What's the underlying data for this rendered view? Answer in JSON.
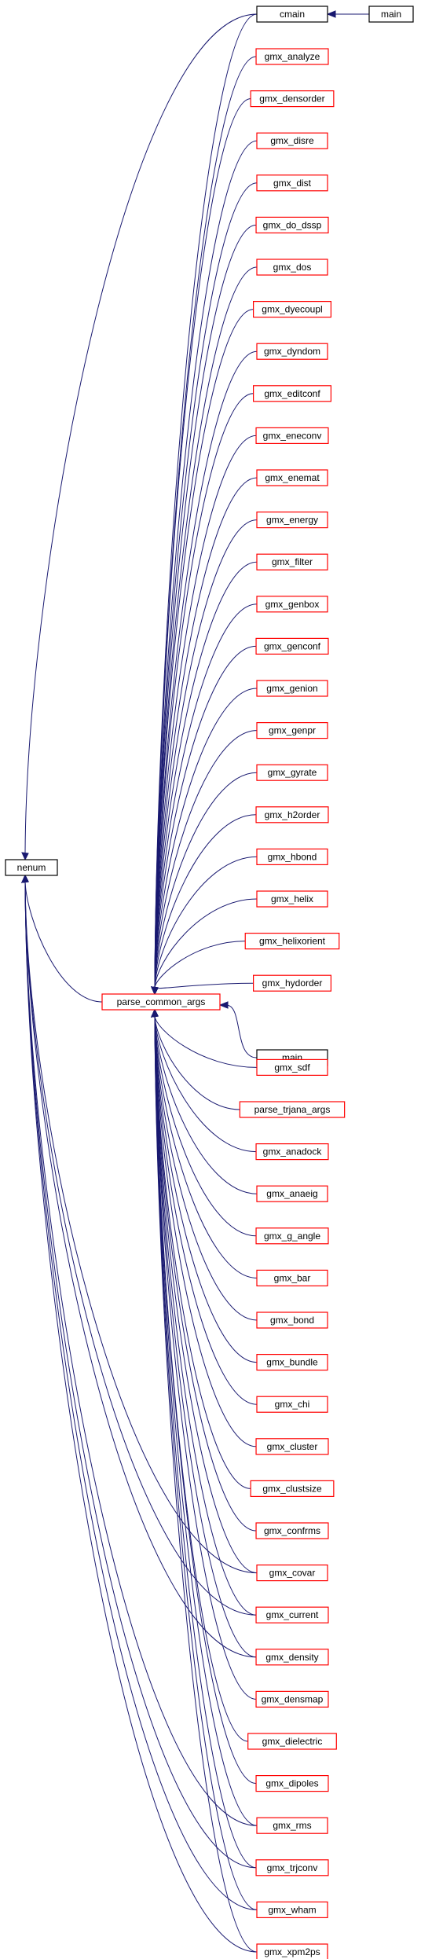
{
  "colors": {
    "edge": "#191970",
    "red_border": "#ff0000",
    "black_border": "#000000",
    "focus_fill": "#bfbfbf"
  },
  "nodes": [
    {
      "id": "nenum",
      "label": "nenum",
      "border": "black",
      "focus": true
    },
    {
      "id": "cmain",
      "label": "cmain",
      "border": "black"
    },
    {
      "id": "main_top",
      "label": "main",
      "border": "black"
    },
    {
      "id": "parse_common_args",
      "label": "parse_common_args",
      "border": "red"
    },
    {
      "id": "main_mid",
      "label": "main",
      "border": "black"
    },
    {
      "id": "gmx_analyze",
      "label": "gmx_analyze",
      "border": "red"
    },
    {
      "id": "gmx_densorder",
      "label": "gmx_densorder",
      "border": "red"
    },
    {
      "id": "gmx_disre",
      "label": "gmx_disre",
      "border": "red"
    },
    {
      "id": "gmx_dist",
      "label": "gmx_dist",
      "border": "red"
    },
    {
      "id": "gmx_do_dssp",
      "label": "gmx_do_dssp",
      "border": "red"
    },
    {
      "id": "gmx_dos",
      "label": "gmx_dos",
      "border": "red"
    },
    {
      "id": "gmx_dyecoupl",
      "label": "gmx_dyecoupl",
      "border": "red"
    },
    {
      "id": "gmx_dyndom",
      "label": "gmx_dyndom",
      "border": "red"
    },
    {
      "id": "gmx_editconf",
      "label": "gmx_editconf",
      "border": "red"
    },
    {
      "id": "gmx_eneconv",
      "label": "gmx_eneconv",
      "border": "red"
    },
    {
      "id": "gmx_enemat",
      "label": "gmx_enemat",
      "border": "red"
    },
    {
      "id": "gmx_energy",
      "label": "gmx_energy",
      "border": "red"
    },
    {
      "id": "gmx_filter",
      "label": "gmx_filter",
      "border": "red"
    },
    {
      "id": "gmx_genbox",
      "label": "gmx_genbox",
      "border": "red"
    },
    {
      "id": "gmx_genconf",
      "label": "gmx_genconf",
      "border": "red"
    },
    {
      "id": "gmx_genion",
      "label": "gmx_genion",
      "border": "red"
    },
    {
      "id": "gmx_genpr",
      "label": "gmx_genpr",
      "border": "red"
    },
    {
      "id": "gmx_gyrate",
      "label": "gmx_gyrate",
      "border": "red"
    },
    {
      "id": "gmx_h2order",
      "label": "gmx_h2order",
      "border": "red"
    },
    {
      "id": "gmx_hbond",
      "label": "gmx_hbond",
      "border": "red"
    },
    {
      "id": "gmx_helix",
      "label": "gmx_helix",
      "border": "red"
    },
    {
      "id": "gmx_helixorient",
      "label": "gmx_helixorient",
      "border": "red"
    },
    {
      "id": "gmx_hydorder",
      "label": "gmx_hydorder",
      "border": "red"
    },
    {
      "id": "gmx_sdf",
      "label": "gmx_sdf",
      "border": "red"
    },
    {
      "id": "parse_trjana_args",
      "label": "parse_trjana_args",
      "border": "red"
    },
    {
      "id": "gmx_anadock",
      "label": "gmx_anadock",
      "border": "red"
    },
    {
      "id": "gmx_anaeig",
      "label": "gmx_anaeig",
      "border": "red"
    },
    {
      "id": "gmx_g_angle",
      "label": "gmx_g_angle",
      "border": "red"
    },
    {
      "id": "gmx_bar",
      "label": "gmx_bar",
      "border": "red"
    },
    {
      "id": "gmx_bond",
      "label": "gmx_bond",
      "border": "red"
    },
    {
      "id": "gmx_bundle",
      "label": "gmx_bundle",
      "border": "red"
    },
    {
      "id": "gmx_chi",
      "label": "gmx_chi",
      "border": "red"
    },
    {
      "id": "gmx_cluster",
      "label": "gmx_cluster",
      "border": "red"
    },
    {
      "id": "gmx_clustsize",
      "label": "gmx_clustsize",
      "border": "red"
    },
    {
      "id": "gmx_confrms",
      "label": "gmx_confrms",
      "border": "red"
    },
    {
      "id": "gmx_covar",
      "label": "gmx_covar",
      "border": "red"
    },
    {
      "id": "gmx_current",
      "label": "gmx_current",
      "border": "red"
    },
    {
      "id": "gmx_density",
      "label": "gmx_density",
      "border": "red"
    },
    {
      "id": "gmx_densmap",
      "label": "gmx_densmap",
      "border": "red"
    },
    {
      "id": "gmx_dielectric",
      "label": "gmx_dielectric",
      "border": "red"
    },
    {
      "id": "gmx_dipoles",
      "label": "gmx_dipoles",
      "border": "red"
    },
    {
      "id": "gmx_rms",
      "label": "gmx_rms",
      "border": "red"
    },
    {
      "id": "gmx_trjconv",
      "label": "gmx_trjconv",
      "border": "red"
    },
    {
      "id": "gmx_wham",
      "label": "gmx_wham",
      "border": "red"
    },
    {
      "id": "gmx_xpm2ps",
      "label": "gmx_xpm2ps",
      "border": "red"
    }
  ],
  "edges": [
    {
      "from": "main_top",
      "to": "cmain"
    },
    {
      "from": "cmain",
      "to": "nenum"
    },
    {
      "from": "parse_common_args",
      "to": "nenum"
    },
    {
      "from": "gmx_covar",
      "to": "nenum"
    },
    {
      "from": "gmx_current",
      "to": "nenum"
    },
    {
      "from": "gmx_density",
      "to": "nenum"
    },
    {
      "from": "gmx_rms",
      "to": "nenum"
    },
    {
      "from": "gmx_trjconv",
      "to": "nenum"
    },
    {
      "from": "gmx_wham",
      "to": "nenum"
    },
    {
      "from": "gmx_xpm2ps",
      "to": "nenum"
    },
    {
      "from": "cmain",
      "to": "parse_common_args"
    },
    {
      "from": "gmx_analyze",
      "to": "parse_common_args"
    },
    {
      "from": "gmx_densorder",
      "to": "parse_common_args"
    },
    {
      "from": "gmx_disre",
      "to": "parse_common_args"
    },
    {
      "from": "gmx_dist",
      "to": "parse_common_args"
    },
    {
      "from": "gmx_do_dssp",
      "to": "parse_common_args"
    },
    {
      "from": "gmx_dos",
      "to": "parse_common_args"
    },
    {
      "from": "gmx_dyecoupl",
      "to": "parse_common_args"
    },
    {
      "from": "gmx_dyndom",
      "to": "parse_common_args"
    },
    {
      "from": "gmx_editconf",
      "to": "parse_common_args"
    },
    {
      "from": "gmx_eneconv",
      "to": "parse_common_args"
    },
    {
      "from": "gmx_enemat",
      "to": "parse_common_args"
    },
    {
      "from": "gmx_energy",
      "to": "parse_common_args"
    },
    {
      "from": "gmx_filter",
      "to": "parse_common_args"
    },
    {
      "from": "gmx_genbox",
      "to": "parse_common_args"
    },
    {
      "from": "gmx_genconf",
      "to": "parse_common_args"
    },
    {
      "from": "gmx_genion",
      "to": "parse_common_args"
    },
    {
      "from": "gmx_genpr",
      "to": "parse_common_args"
    },
    {
      "from": "gmx_gyrate",
      "to": "parse_common_args"
    },
    {
      "from": "gmx_h2order",
      "to": "parse_common_args"
    },
    {
      "from": "gmx_hbond",
      "to": "parse_common_args"
    },
    {
      "from": "gmx_helix",
      "to": "parse_common_args"
    },
    {
      "from": "gmx_helixorient",
      "to": "parse_common_args"
    },
    {
      "from": "gmx_hydorder",
      "to": "parse_common_args"
    },
    {
      "from": "main_mid",
      "to": "parse_common_args"
    },
    {
      "from": "gmx_sdf",
      "to": "parse_common_args"
    },
    {
      "from": "parse_trjana_args",
      "to": "parse_common_args"
    },
    {
      "from": "gmx_anadock",
      "to": "parse_common_args"
    },
    {
      "from": "gmx_anaeig",
      "to": "parse_common_args"
    },
    {
      "from": "gmx_g_angle",
      "to": "parse_common_args"
    },
    {
      "from": "gmx_bar",
      "to": "parse_common_args"
    },
    {
      "from": "gmx_bond",
      "to": "parse_common_args"
    },
    {
      "from": "gmx_bundle",
      "to": "parse_common_args"
    },
    {
      "from": "gmx_chi",
      "to": "parse_common_args"
    },
    {
      "from": "gmx_cluster",
      "to": "parse_common_args"
    },
    {
      "from": "gmx_clustsize",
      "to": "parse_common_args"
    },
    {
      "from": "gmx_confrms",
      "to": "parse_common_args"
    },
    {
      "from": "gmx_covar",
      "to": "parse_common_args"
    },
    {
      "from": "gmx_current",
      "to": "parse_common_args"
    },
    {
      "from": "gmx_density",
      "to": "parse_common_args"
    },
    {
      "from": "gmx_densmap",
      "to": "parse_common_args"
    },
    {
      "from": "gmx_dielectric",
      "to": "parse_common_args"
    },
    {
      "from": "gmx_dipoles",
      "to": "parse_common_args"
    },
    {
      "from": "gmx_rms",
      "to": "parse_common_args"
    },
    {
      "from": "gmx_trjconv",
      "to": "parse_common_args"
    },
    {
      "from": "gmx_wham",
      "to": "parse_common_args"
    },
    {
      "from": "gmx_xpm2ps",
      "to": "parse_common_args"
    }
  ]
}
